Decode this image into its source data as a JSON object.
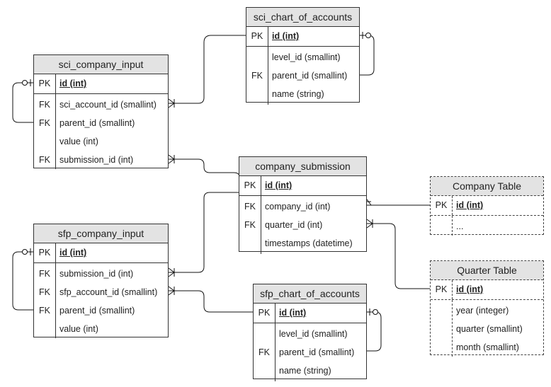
{
  "diagram": {
    "entities": {
      "sci_chart_of_accounts": {
        "name": "sci_chart_of_accounts",
        "pk": {
          "key": "PK",
          "field": "id (int)"
        },
        "fields": [
          {
            "key": "",
            "field": "level_id (smallint)"
          },
          {
            "key": "FK",
            "field": "parent_id (smallint)"
          },
          {
            "key": "",
            "field": "name (string)"
          }
        ]
      },
      "sci_company_input": {
        "name": "sci_company_input",
        "pk": {
          "key": "PK",
          "field": "id (int)"
        },
        "fields": [
          {
            "key": "FK",
            "field": "sci_account_id (smallint)"
          },
          {
            "key": "FK",
            "field": "parent_id (smallint)"
          },
          {
            "key": "",
            "field": "value (int)"
          },
          {
            "key": "FK",
            "field": "submission_id (int)"
          }
        ]
      },
      "company_submission": {
        "name": "company_submission",
        "pk": {
          "key": "PK",
          "field": "id (int)"
        },
        "fields": [
          {
            "key": "FK",
            "field": "company_id (int)"
          },
          {
            "key": "FK",
            "field": "quarter_id (int)"
          },
          {
            "key": "",
            "field": "timestamps (datetime)"
          }
        ]
      },
      "company_table": {
        "name": "Company Table",
        "pk": {
          "key": "PK",
          "field": "id (int)"
        },
        "fields": [
          {
            "key": "",
            "field": "..."
          }
        ]
      },
      "sfp_company_input": {
        "name": "sfp_company_input",
        "pk": {
          "key": "PK",
          "field": "id (int)"
        },
        "fields": [
          {
            "key": "FK",
            "field": "submission_id (int)"
          },
          {
            "key": "FK",
            "field": "sfp_account_id (smallint)"
          },
          {
            "key": "FK",
            "field": "parent_id (smallint)"
          },
          {
            "key": "",
            "field": "value (int)"
          }
        ]
      },
      "quarter_table": {
        "name": "Quarter Table",
        "pk": {
          "key": "PK",
          "field": "id (int)"
        },
        "fields": [
          {
            "key": "",
            "field": "year (integer)"
          },
          {
            "key": "",
            "field": "quarter (smallint)"
          },
          {
            "key": "",
            "field": "month (smallint)"
          }
        ]
      },
      "sfp_chart_of_accounts": {
        "name": "sfp_chart_of_accounts",
        "pk": {
          "key": "PK",
          "field": "id (int)"
        },
        "fields": [
          {
            "key": "",
            "field": "level_id (smallint)"
          },
          {
            "key": "FK",
            "field": "parent_id (smallint)"
          },
          {
            "key": "",
            "field": "name (string)"
          }
        ]
      }
    },
    "colors": {
      "header": "#e3e3e3",
      "border": "#333333",
      "line": "#000000"
    }
  }
}
